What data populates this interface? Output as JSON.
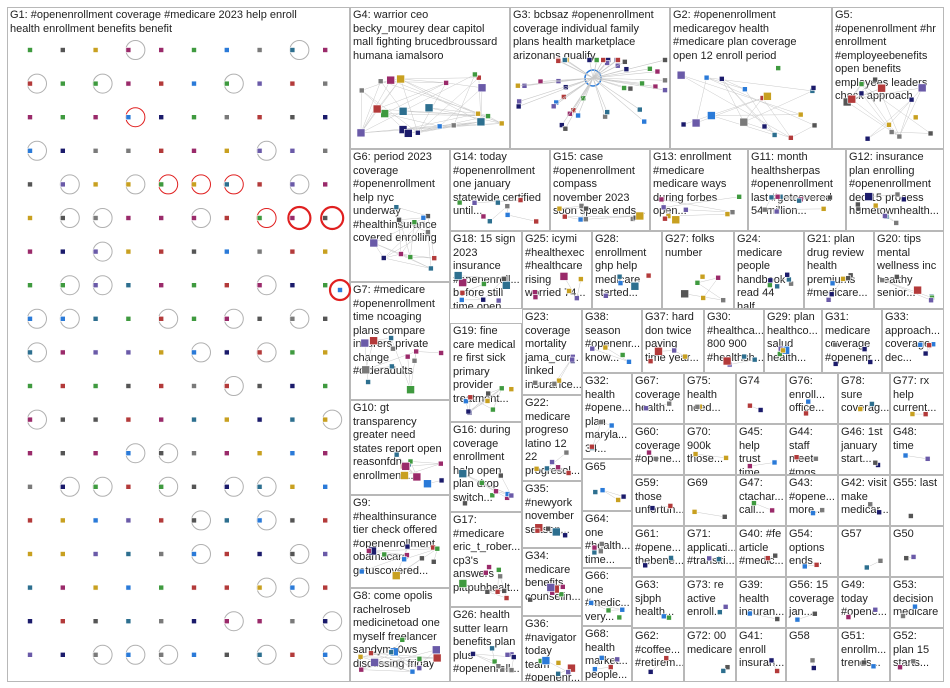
{
  "title": "",
  "colors": {
    "border": "#b8b8b8",
    "edge": "#c9c9c9",
    "loop": "#b0b0b0",
    "loop_strong": "#e02020",
    "node_palette": [
      "#1b1b6b",
      "#2a7ad8",
      "#7a7a7a",
      "#3f9a3f",
      "#b33a3a",
      "#6a5aa8",
      "#c8a020",
      "#2d6f8f",
      "#9a2a6a",
      "#555555"
    ]
  },
  "groups": [
    {
      "id": "G1",
      "label": "G1: #openenrollment coverage #medicare 2023 help enroll\nhealth enrollment benefits benefit"
    },
    {
      "id": "G4",
      "label": "G4: warrior ceo\nbecky_mourey dear capitol\nmall fighting brucedbroussard\nhumana iamalsoro"
    },
    {
      "id": "G3",
      "label": "G3: bcbsaz #openenrollment\ncoverage individual family\nplans health marketplace\narizonans qualify"
    },
    {
      "id": "G2",
      "label": "G2: #openenrollment\nmedicaregov health\n#medicare plan coverage\nopen 12 enroll period"
    },
    {
      "id": "G5",
      "label": "G5:\n#openenrollment #hr\nenrollment\n#employeebenefits\nopen benefits\nemployees leaders\ncheck approach"
    },
    {
      "id": "G6",
      "label": "G6: period 2023\ncoverage\n#openenrollment\nhelp nyc\nunderway\n#healthinsurance\ncovered enrolling"
    },
    {
      "id": "G14",
      "label": "G14: today\n#openenrollment\none january\nstatewide certified\nuntil..."
    },
    {
      "id": "G15",
      "label": "G15: case\n#openenrollment\ncompass\nnovember 2023\nsoon speak ends..."
    },
    {
      "id": "G13",
      "label": "G13: enrollment\n#medicare\nmedicare ways\nduring forbes\nopen..."
    },
    {
      "id": "G11",
      "label": "G11: month\nhealthsherpas\n#openenrollment\nlast #getcovered\n54 million..."
    },
    {
      "id": "G12",
      "label": "G12: insurance\nplan enrolling\n#openenrollment\ndec 15 process\nhometownhealth..."
    },
    {
      "id": "G18",
      "label": "G18: 15 sign\n2023\ninsurance\n#openenroll...\nbefore still\ntime open..."
    },
    {
      "id": "G25",
      "label": "G25: icymi\n#healthexec\n#healthcare\nrising\nworried 74..."
    },
    {
      "id": "G28",
      "label": "G28:\nenrollment\nghp help\nmedicare\nstarted..."
    },
    {
      "id": "G27",
      "label": "G27: folks\nnumber"
    },
    {
      "id": "G24",
      "label": "G24:\nmedicare\npeople\nhandbook\nread 44 half..."
    },
    {
      "id": "G21",
      "label": "G21: plan\ndrug review\nhealth\npremiums\n#medicare..."
    },
    {
      "id": "G20",
      "label": "G20: tips\nmental\nwellness inc\nhealthy\nsenior..."
    },
    {
      "id": "G7",
      "label": "G7: #medicare\n#openenrollment\ntime ncoaging\nplans compare\ninsurers private\nchange\n#olderadults"
    },
    {
      "id": "G23",
      "label": "G23:\ncoverage\nmortality\njama_cur...\nlinked\ninsurance..."
    },
    {
      "id": "G38",
      "label": "G38:\nseason\n#openenr...\nknow..."
    },
    {
      "id": "G37",
      "label": "G37: hard\ndon twice\npaying\ntime year..."
    },
    {
      "id": "G30",
      "label": "G30:\n#healthca...\n800 900\n#healthsh..."
    },
    {
      "id": "G29",
      "label": "G29: plan\nhealthco...\nsalud\nhealth..."
    },
    {
      "id": "G31",
      "label": "G31:\nmedicare\ncoverage\n#openenr..."
    },
    {
      "id": "G33",
      "label": "G33:\napproach...\ncoverage\ndec..."
    },
    {
      "id": "G19",
      "label": "G19: fine\ncare medical\nre first sick\nprimary\nprovider\ntreatment..."
    },
    {
      "id": "G32",
      "label": "G32:\nhealth\n#opene...\nplan\nmaryla...\n34..."
    },
    {
      "id": "G67",
      "label": "G67:\ncoverage\nhealth..."
    },
    {
      "id": "G75",
      "label": "G75:\nhealth\nneed..."
    },
    {
      "id": "G74",
      "label": "G74"
    },
    {
      "id": "G76",
      "label": "G76:\nenroll...\noffice..."
    },
    {
      "id": "G78",
      "label": "G78:\nsure\ncoverag..."
    },
    {
      "id": "G77",
      "label": "G77: rx\nhelp\ncurrent..."
    },
    {
      "id": "G10",
      "label": "G10: gt\ntransparency\ngreater need\nstates report open\nreasonfdn\nenrollment..."
    },
    {
      "id": "G22",
      "label": "G22:\nmedicare\nprogreso\nlatino 12\n22\nprogresol..."
    },
    {
      "id": "G60",
      "label": "G60:\ncoverage\n#opene..."
    },
    {
      "id": "G70",
      "label": "G70:\n900k\nthose..."
    },
    {
      "id": "G45",
      "label": "G45:\nhelp trust\ntime..."
    },
    {
      "id": "G44",
      "label": "G44: staff\nmeet\n#mgs..."
    },
    {
      "id": "G46",
      "label": "G46: 1st\njanuary\nstart..."
    },
    {
      "id": "G48",
      "label": "G48:\ntime"
    },
    {
      "id": "G16",
      "label": "G16: during\ncoverage\nenrollment\nhelp open\nplan drop\nswitch..."
    },
    {
      "id": "G65",
      "label": "G65"
    },
    {
      "id": "G59",
      "label": "G59:\nthose\nunfortun..."
    },
    {
      "id": "G69",
      "label": "G69"
    },
    {
      "id": "G47",
      "label": "G47:\nctachar...\ncall..."
    },
    {
      "id": "G43",
      "label": "G43:\n#opene...\nmore..."
    },
    {
      "id": "G42",
      "label": "G42: visit\nmake\nmedicar..."
    },
    {
      "id": "G55",
      "label": "G55: last"
    },
    {
      "id": "G35",
      "label": "G35:\n#newyork\nnovember\nseason..."
    },
    {
      "id": "G9",
      "label": "G9:\n#healthinsurance\ntier check offered\n#openenrollment\nobamacare\ngetuscovered..."
    },
    {
      "id": "G17",
      "label": "G17:\n#medicare\neric_t_rober...\ncp3's\nanswers\npittpubhealt..."
    },
    {
      "id": "G64",
      "label": "G64:\none\n#health...\ntime..."
    },
    {
      "id": "G61",
      "label": "G61:\n#opene...\nthebene..."
    },
    {
      "id": "G71",
      "label": "G71:\napplicati...\n#transiti..."
    },
    {
      "id": "G40",
      "label": "G40: #fe\narticle\n#medic..."
    },
    {
      "id": "G54",
      "label": "G54:\noptions\nends..."
    },
    {
      "id": "G57",
      "label": "G57"
    },
    {
      "id": "G50",
      "label": "G50"
    },
    {
      "id": "G34",
      "label": "G34:\nmedicare\nbenefits\ncounselin..."
    },
    {
      "id": "G66",
      "label": "G66:\none\n#medic...\nvery..."
    },
    {
      "id": "G63",
      "label": "G63:\nsjbph\nhealth..."
    },
    {
      "id": "G73",
      "label": "G73: re\nactive\nenroll..."
    },
    {
      "id": "G39",
      "label": "G39:\nhealth\ninsuran..."
    },
    {
      "id": "G56",
      "label": "G56: 15\ncoverage\njan..."
    },
    {
      "id": "G49",
      "label": "G49:\ntoday\n#opene..."
    },
    {
      "id": "G53",
      "label": "G53:\ndecision\nmedicare"
    },
    {
      "id": "G8",
      "label": "G8: come opolis\nrachelroseb\nmedicinetoad one\nmyself freelancer\nsandyme0ws\ndiscussing friday"
    },
    {
      "id": "G26",
      "label": "G26: health\nsutter learn\nbenefits plan\nplus\n#openenroll..."
    },
    {
      "id": "G36",
      "label": "G36:\n#navigator\ntoday team\n#openenr..."
    },
    {
      "id": "G68",
      "label": "G68:\nhealth\nmarket...\npeople..."
    },
    {
      "id": "G62",
      "label": "G62:\n#coffee...\n#retirem..."
    },
    {
      "id": "G72",
      "label": "G72: 00\nmedicare"
    },
    {
      "id": "G41",
      "label": "G41:\nenroll\ninsuran..."
    },
    {
      "id": "G58",
      "label": "G58"
    },
    {
      "id": "G51",
      "label": "G51:\nenrollm...\ntrends..."
    },
    {
      "id": "G52",
      "label": "G52:\nplan 15\nstarts..."
    }
  ]
}
